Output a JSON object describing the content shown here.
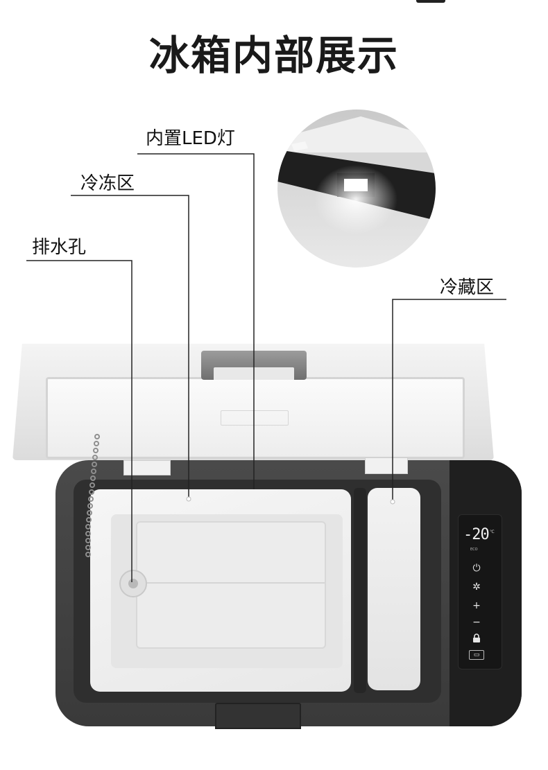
{
  "heading": "冰箱内部展示",
  "callouts": {
    "led_light": "内置LED灯",
    "freezer_zone": "冷冻区",
    "drain_hole": "排水孔",
    "fridge_zone": "冷藏区"
  },
  "control_panel": {
    "temperature": "-20",
    "unit": "℃",
    "mode_label": "ECO",
    "buttons": {
      "power": "⏻",
      "settings": "✲",
      "plus": "+",
      "minus": "−",
      "lock": "🔒",
      "battery": "▭"
    }
  },
  "icons": [
    "power-icon",
    "settings-icon",
    "plus-icon",
    "minus-icon",
    "lock-icon",
    "battery-icon",
    "led-light-icon"
  ],
  "colors": {
    "body": "#3f3f3f",
    "panel": "#1f1f1f",
    "lid": "#ececec",
    "liner": "#efefef",
    "leader_line": "#222222"
  }
}
